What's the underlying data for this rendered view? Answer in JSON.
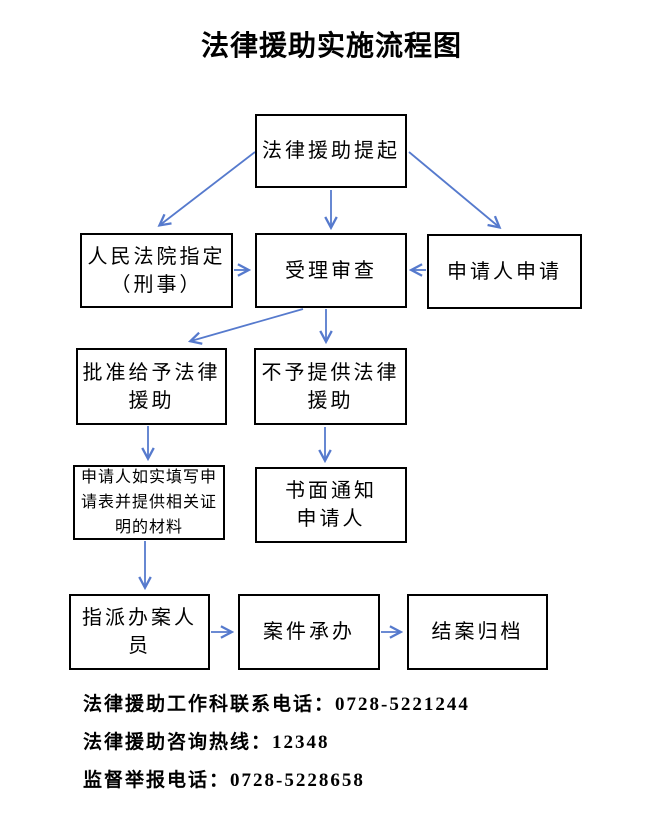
{
  "title": "法律援助实施流程图",
  "colors": {
    "arrow": "#567ACD",
    "box_border": "#000000",
    "text": "#000000",
    "background": "#ffffff"
  },
  "flowchart": {
    "type": "flowchart",
    "nodes": {
      "initiate": "法律援助提起",
      "court": "人民法院指定\n（刑事）",
      "review": "受理审查",
      "applicant": "申请人申请",
      "approve": "批准给予法律\n援助",
      "deny": "不予提供法律\n援助",
      "fill_form": "申请人如实填写申\n请表并提供相关证\n明的材料",
      "notify": "书面通知\n申请人",
      "assign": "指派办案人员",
      "handle": "案件承办",
      "archive": "结案归档"
    },
    "edges": [
      "initiate->court",
      "initiate->review",
      "initiate->applicant",
      "court->review",
      "applicant->review",
      "review->approve",
      "review->deny",
      "approve->fill_form",
      "deny->notify",
      "fill_form->assign",
      "assign->handle",
      "handle->archive"
    ]
  },
  "contacts": {
    "work_phone": "法律援助工作科联系电话：0728-5221244",
    "hotline": "法律援助咨询热线：12348",
    "report_phone": "监督举报电话：0728-5228658"
  }
}
